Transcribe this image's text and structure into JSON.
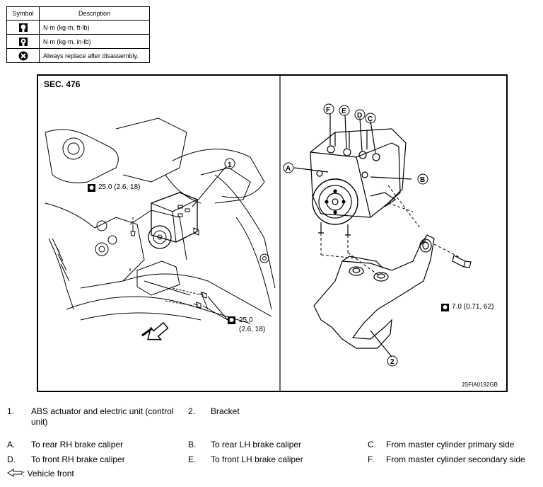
{
  "symbol_table": {
    "header_symbol": "Symbol",
    "header_description": "Description",
    "rows": [
      {
        "icon": "torque-wrench-ft-lb-icon",
        "description": "N·m (kg-m, ft-lb)"
      },
      {
        "icon": "torque-wrench-in-lb-icon",
        "description": "N·m (kg-m, in-lb)"
      },
      {
        "icon": "always-replace-icon",
        "description": "Always replace after disassembly."
      }
    ]
  },
  "figure": {
    "section": "SEC. 476",
    "figure_id": "JSFIA0192GB",
    "callouts": {
      "item1": "1",
      "item2": "2",
      "A": "A",
      "B": "B",
      "C": "C",
      "D": "D",
      "E": "E",
      "F": "F"
    },
    "torques": {
      "upper_left": "25.0 (2.6, 18)",
      "lower_line1": "25.0",
      "lower_line2": "(2.6, 18)",
      "right": "7.0 (0.71, 62)"
    }
  },
  "legend": {
    "items": [
      {
        "num": "1.",
        "text": "ABS actuator and electric unit (control unit)"
      },
      {
        "num": "2.",
        "text": "Bracket"
      }
    ],
    "ports": [
      {
        "letter": "A.",
        "text": "To rear RH brake caliper"
      },
      {
        "letter": "B.",
        "text": "To rear LH brake caliper"
      },
      {
        "letter": "C.",
        "text": "From master cylinder primary side"
      },
      {
        "letter": "D.",
        "text": "To front RH brake caliper"
      },
      {
        "letter": "E.",
        "text": "To front LH brake caliper"
      },
      {
        "letter": "F.",
        "text": "From master cylinder secondary side"
      }
    ],
    "vehicle_front": ": Vehicle front"
  }
}
